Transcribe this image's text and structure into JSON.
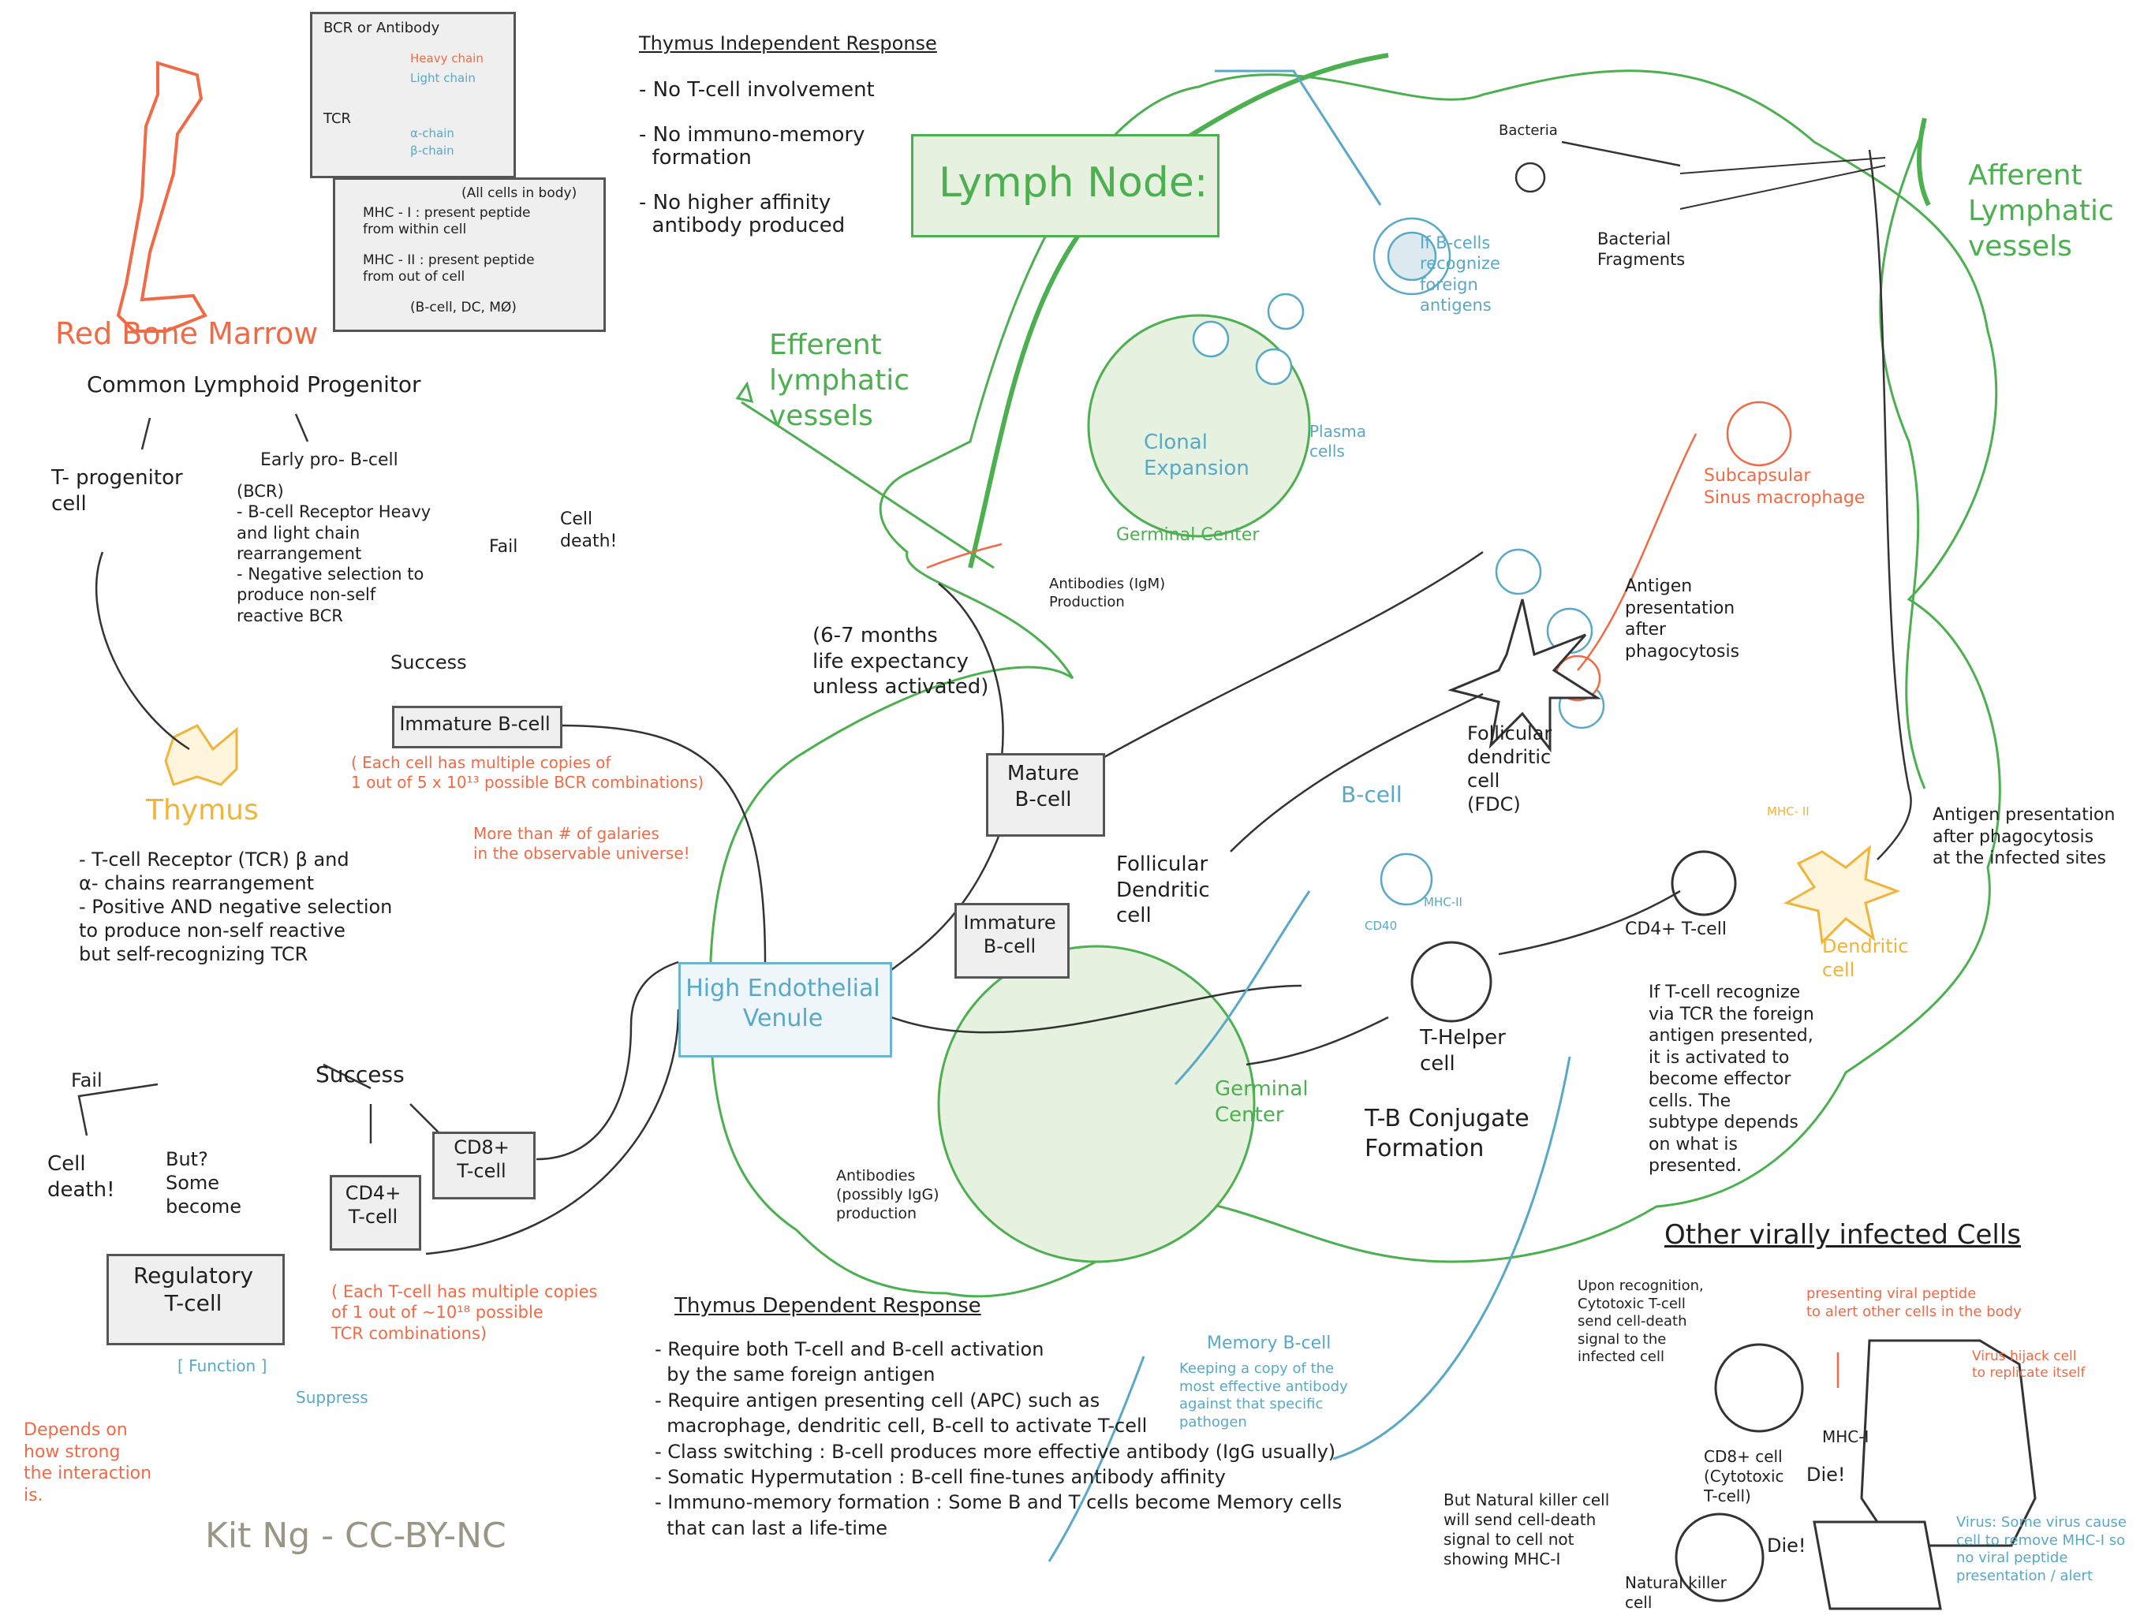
{
  "legend": {
    "bcr_title": "BCR or Antibody",
    "heavy_chain": "Heavy chain",
    "light_chain": "Light chain",
    "tcr_title": "TCR",
    "alpha_chain": "α-chain",
    "beta_chain": "β-chain",
    "mhc_all_cells": "(All cells in body)",
    "mhc1": "MHC - I : present peptide\nfrom within cell",
    "mhc2": "MHC - II : present peptide\nfrom out of cell",
    "mhc2_cells": "(B-cell, DC, MØ)"
  },
  "bone_marrow": {
    "title": "Red Bone Marrow",
    "progenitor": "Common Lymphoid Progenitor",
    "t_progenitor": "T- progenitor\ncell",
    "early_pro_b": "Early pro- B-cell",
    "bcr_steps": "(BCR)\n- B-cell Receptor Heavy\nand light chain\nrearrangement\n- Negative selection to\nproduce non-self\nreactive BCR",
    "fail": "Fail",
    "cell_death": "Cell\ndeath!",
    "success": "Success",
    "immature_b": "Immature B-cell",
    "bcr_note": "( Each cell has multiple copies of\n1 out of 5 x 10¹³ possible BCR combinations)",
    "galaxies_note": "More than # of galaries\nin the observable universe!"
  },
  "thymus": {
    "title": "Thymus",
    "steps": "- T-cell Receptor (TCR) β and\nα- chains rearrangement\n- Positive AND negative selection\nto produce non-self reactive\nbut self-recognizing TCR",
    "fail": "Fail",
    "success": "Success",
    "cell_death": "Cell\ndeath!",
    "but": "But?\nSome\nbecome",
    "cd8": "CD8+\nT-cell",
    "cd4": "CD4+\nT-cell",
    "regulatory": "Regulatory\nT-cell",
    "function": "[ Function ]",
    "suppress": "Suppress",
    "depends": "Depends on\nhow strong\nthe interaction\nis.",
    "tcr_note": "( Each T-cell has multiple copies\nof 1 out of ~10¹⁸ possible\nTCR combinations)",
    "credit": "Kit Ng - CC-BY-NC"
  },
  "independent": {
    "title": "Thymus Independent Response",
    "items": "- No T-cell involvement\n\n- No immuno-memory\n  formation\n\n- No higher affinity\n  antibody produced"
  },
  "lymph_node": {
    "title": "Lymph Node:",
    "efferent": "Efferent\nlymphatic\nvessels",
    "afferent": "Afferent\nLymphatic\nvessels",
    "bacteria": "Bacteria",
    "bacterial_fragments": "Bacterial\nFragments",
    "if_bcells": "If B-cells\nrecognize\nforeign\nantigens",
    "clonal": "Clonal\nExpansion",
    "plasma": "Plasma\ncells",
    "germinal_top": "Germinal Center",
    "antibodies_igm": "Antibodies (IgM)\nProduction",
    "subcapsular": "Subcapsular\nSinus macrophage",
    "antigen_pres": "Antigen\npresentation\nafter\nphagocytosis",
    "fdc_big": "Follicular\ndendritic\ncell\n(FDC)",
    "b_cell": "B-cell",
    "mhc2_label": "MHC-II",
    "cd40": "CD40",
    "life_exp": "(6-7 months\nlife expectancy\nunless activated)",
    "mature_b": "Mature\nB-cell",
    "immature_b": "Immature\nB-cell",
    "fdc_small": "Follicular\nDendritic\ncell",
    "hev": "High Endothelial\nVenule",
    "t_helper": "T-Helper\ncell",
    "cd4_t": "CD4+ T-cell",
    "dendritic": "Dendritic\ncell",
    "mhc2_dc": "MHC- II",
    "ap_infected": "Antigen presentation\nafter phagocytosis\nat the infected sites",
    "tcr_recog": "If T-cell recognize\nvia TCR the foreign\nantigen presented,\nit is activated to\nbecome effector\ncells. The\nsubtype depends\non what is\npresented.",
    "germinal_bottom": "Germinal\nCenter",
    "tb_conj": "T-B Conjugate\nFormation",
    "antibodies_igg": "Antibodies\n(possibly IgG)\nproduction",
    "memory_b": "Memory B-cell",
    "memory_note": "Keeping a copy of the\nmost effective antibody\nagainst that specific\npathogen"
  },
  "dependent": {
    "title": "Thymus Dependent Response",
    "items": "- Require both T-cell and B-cell activation\n  by the same foreign antigen\n- Require antigen presenting cell (APC) such as\n  macrophage, dendritic cell, B-cell to activate T-cell\n- Class switching : B-cell produces more effective antibody (IgG usually)\n- Somatic Hypermutation : B-cell fine-tunes antibody affinity\n- Immuno-memory formation : Some B and T cells become Memory cells\n  that can last a life-time"
  },
  "viral": {
    "title": "Other virally infected Cells",
    "ctl_note": "Upon recognition,\nCytotoxic T-cell\nsend cell-death\nsignal to the\ninfected cell",
    "present_note": "presenting viral peptide\nto alert other cells in the body",
    "hijack": "Virus hijack cell\nto replicate itself",
    "cd8": "CD8+ cell\n(Cytotoxic\nT-cell)",
    "mhc1": "MHC-I",
    "die1": "Die!",
    "nk_note": "But Natural killer cell\nwill send cell-death\nsignal to cell not\nshowing MHC-I",
    "die2": "Die!",
    "nk_cell": "Natural killer\ncell",
    "virus_note": "Virus: Some virus cause\ncell to remove MHC-I so\nno viral peptide\npresentation / alert"
  },
  "colors": {
    "black": "#1f1f1f",
    "red": "#f06a45",
    "green": "#4caf50",
    "blue": "#58a8c8",
    "yellow": "#f0b43a",
    "gray": "#9a9685"
  }
}
